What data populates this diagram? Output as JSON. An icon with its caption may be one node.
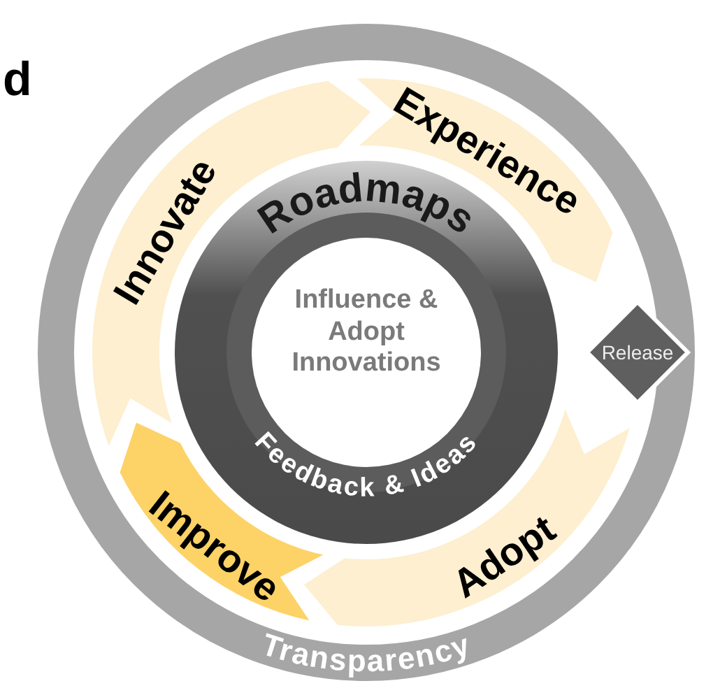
{
  "diagram": {
    "nodes": [
      {
        "text": [
          "Transparency"
        ]
      },
      {
        "text": [
          "Innovate"
        ],
        "in": 0
      },
      {
        "text": [
          "Experience"
        ],
        "in": 0
      },
      {
        "text": [
          "Release"
        ],
        "in": 0
      },
      {
        "text": [
          "Adopt"
        ],
        "in": 0
      },
      {
        "text": [
          "Improve"
        ],
        "in": 0
      },
      {
        "text": [
          "Roadmaps",
          "Feedback & Ideas"
        ],
        "in": 0
      },
      {
        "text": [
          "Influence & Adopt Innovations"
        ],
        "in": 6
      }
    ],
    "labels": [
      "d"
    ]
  }
}
